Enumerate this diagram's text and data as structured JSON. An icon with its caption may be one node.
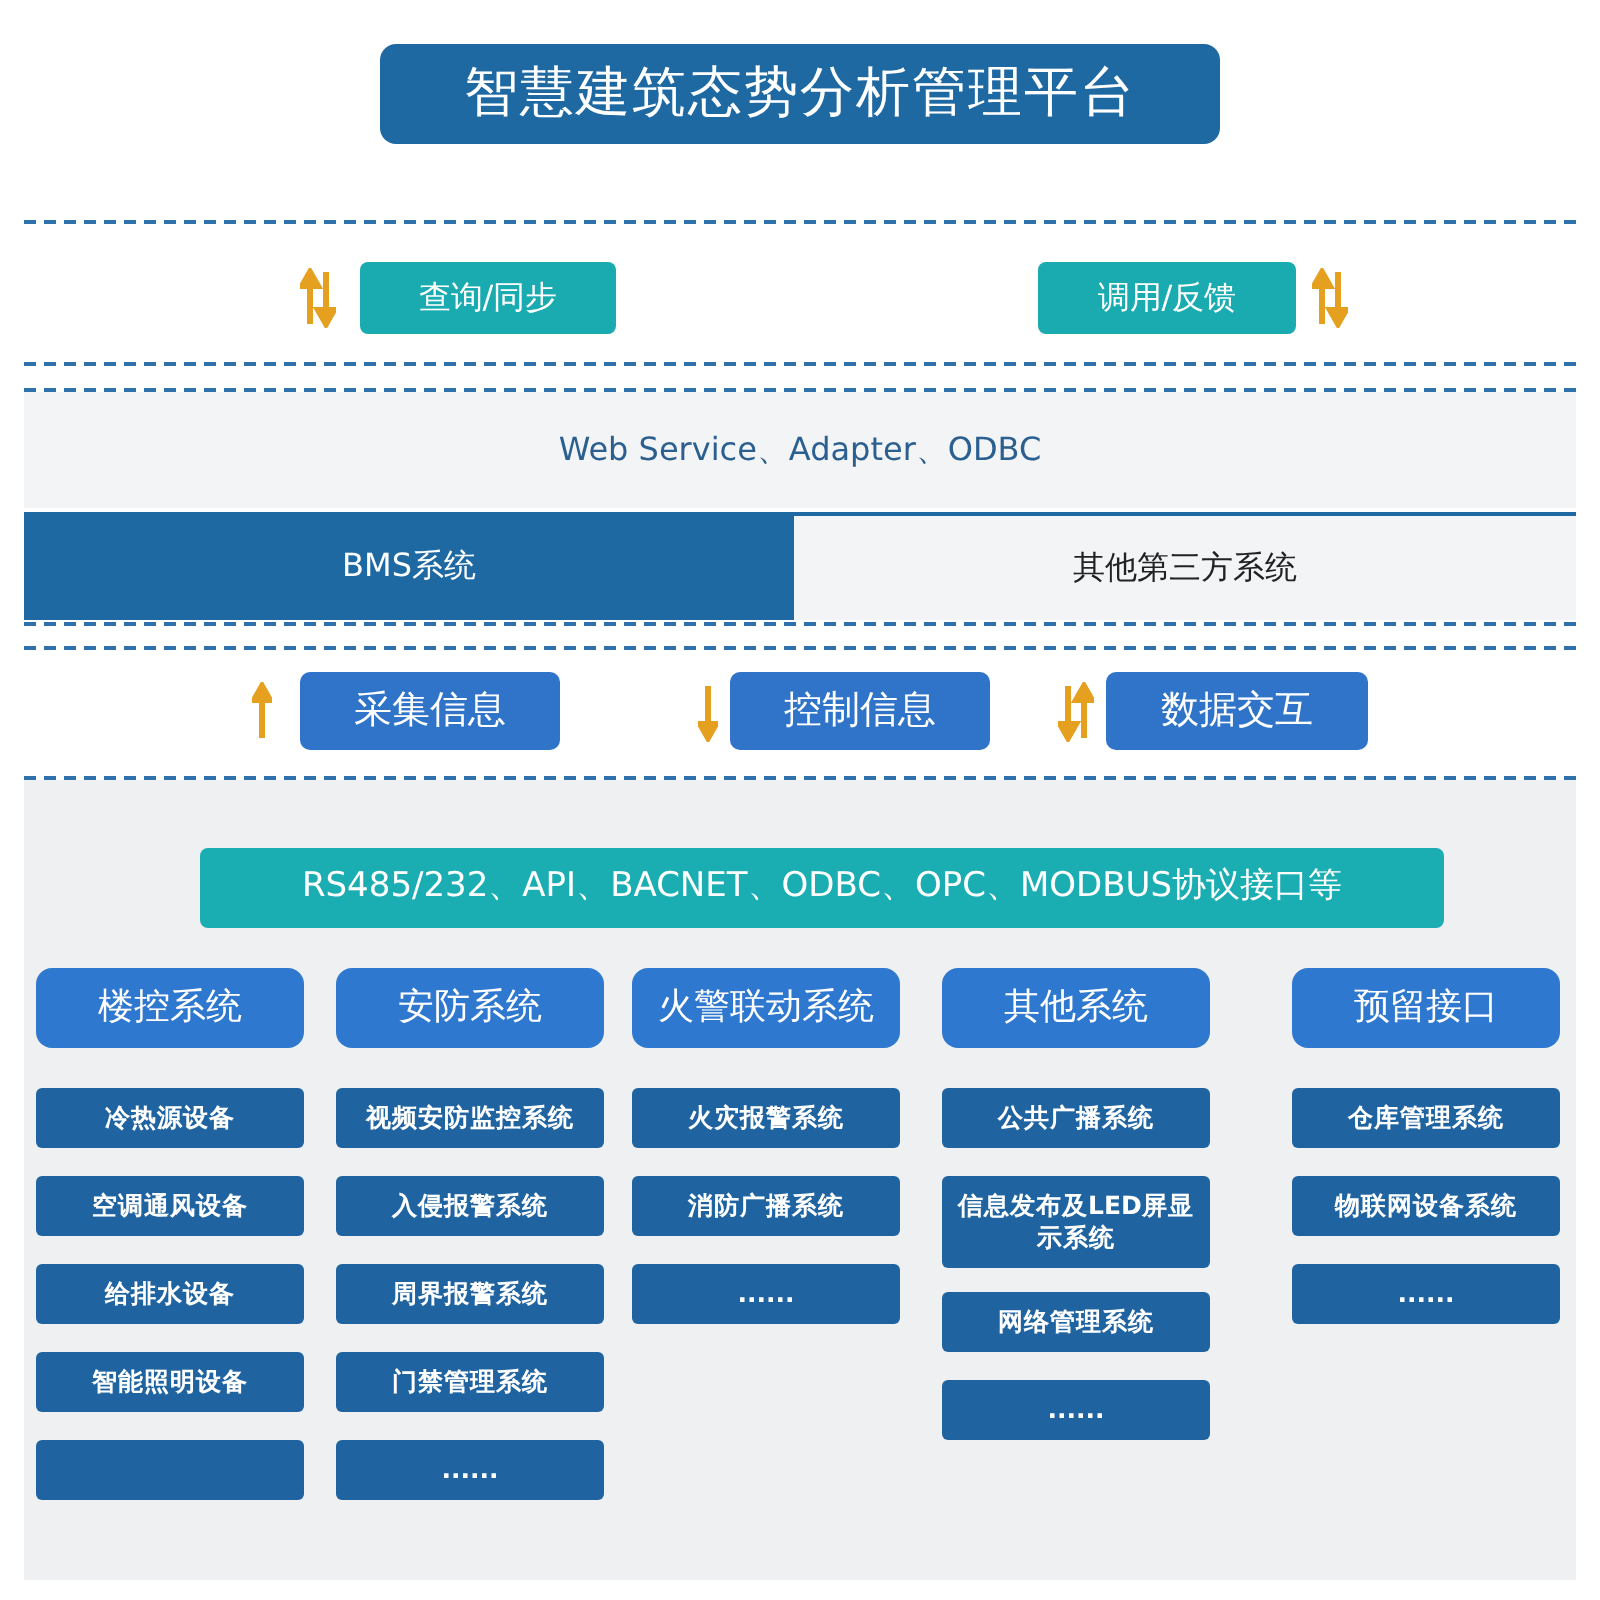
{
  "diagram": {
    "nodes": [
      {
        "text": [
          "智慧建筑态势分析管理平台"
        ]
      },
      {
        "text": [
          "查询/同步"
        ]
      },
      {
        "text": [
          "调用/反馈"
        ]
      },
      {
        "text": [
          "Web Service、Adapter、ODBC"
        ]
      },
      {
        "text": [
          "BMS系统"
        ]
      },
      {
        "text": [
          "其他第三方系统"
        ]
      },
      {
        "text": [
          "采集信息"
        ]
      },
      {
        "text": [
          "控制信息"
        ]
      },
      {
        "text": [
          "数据交互"
        ]
      },
      {
        "text": [
          "RS485/232、API、BACNET、ODBC、OPC、MODBUS协议接口等"
        ]
      },
      {
        "text": [
          "楼控系统"
        ]
      },
      {
        "text": [
          "冷热源设备"
        ]
      },
      {
        "text": [
          "空调通风设备"
        ]
      },
      {
        "text": [
          "给排水设备"
        ]
      },
      {
        "text": [
          "智能照明设备"
        ]
      },
      {
        "text": [],
        "shape": "box"
      },
      {
        "text": [
          "安防系统"
        ]
      },
      {
        "text": [
          "视频安防监控系统"
        ]
      },
      {
        "text": [
          "入侵报警系统"
        ]
      },
      {
        "text": [
          "周界报警系统"
        ]
      },
      {
        "text": [
          "门禁管理系统"
        ]
      },
      {
        "text": [
          "......"
        ]
      },
      {
        "text": [
          "火警联动系统"
        ]
      },
      {
        "text": [
          "火灾报警系统"
        ]
      },
      {
        "text": [
          "消防广播系统"
        ]
      },
      {
        "text": [
          "......"
        ]
      },
      {
        "text": [
          "其他系统"
        ]
      },
      {
        "text": [
          "公共广播系统"
        ]
      },
      {
        "text": [
          "信息发布及LED屏显示系统"
        ]
      },
      {
        "text": [
          "网络管理系统"
        ]
      },
      {
        "text": [
          "......"
        ]
      },
      {
        "text": [
          "预留接口"
        ]
      },
      {
        "text": [
          "仓库管理系统"
        ]
      },
      {
        "text": [
          "物联网设备系统"
        ]
      },
      {
        "text": [
          "......"
        ]
      }
    ]
  }
}
